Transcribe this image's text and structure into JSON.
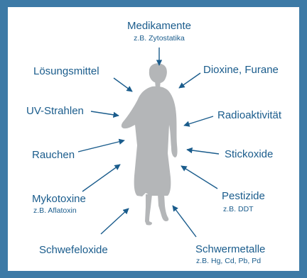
{
  "colors": {
    "frame": "#3d7aa6",
    "text": "#1a5c8c",
    "arrow": "#1a5c8c",
    "figure": "#b4b6b8"
  },
  "factors": {
    "medikamente": {
      "label": "Medikamente",
      "sub": "z.B. Zytostatika"
    },
    "loesungsmittel": {
      "label": "Lösungsmittel"
    },
    "dioxine": {
      "label": "Dioxine, Furane"
    },
    "uv": {
      "label": "UV-Strahlen"
    },
    "radio": {
      "label": "Radioaktivität"
    },
    "rauchen": {
      "label": "Rauchen"
    },
    "stickoxide": {
      "label": "Stickoxide"
    },
    "mykotoxine": {
      "label": "Mykotoxine",
      "sub": "z.B. Aflatoxin"
    },
    "pestizide": {
      "label": "Pestizide",
      "sub": "z.B. DDT"
    },
    "schwefel": {
      "label": "Schwefeloxide"
    },
    "schwermetalle": {
      "label": "Schwermetalle",
      "sub": "z.B. Hg, Cd, Pb, Pd"
    }
  }
}
